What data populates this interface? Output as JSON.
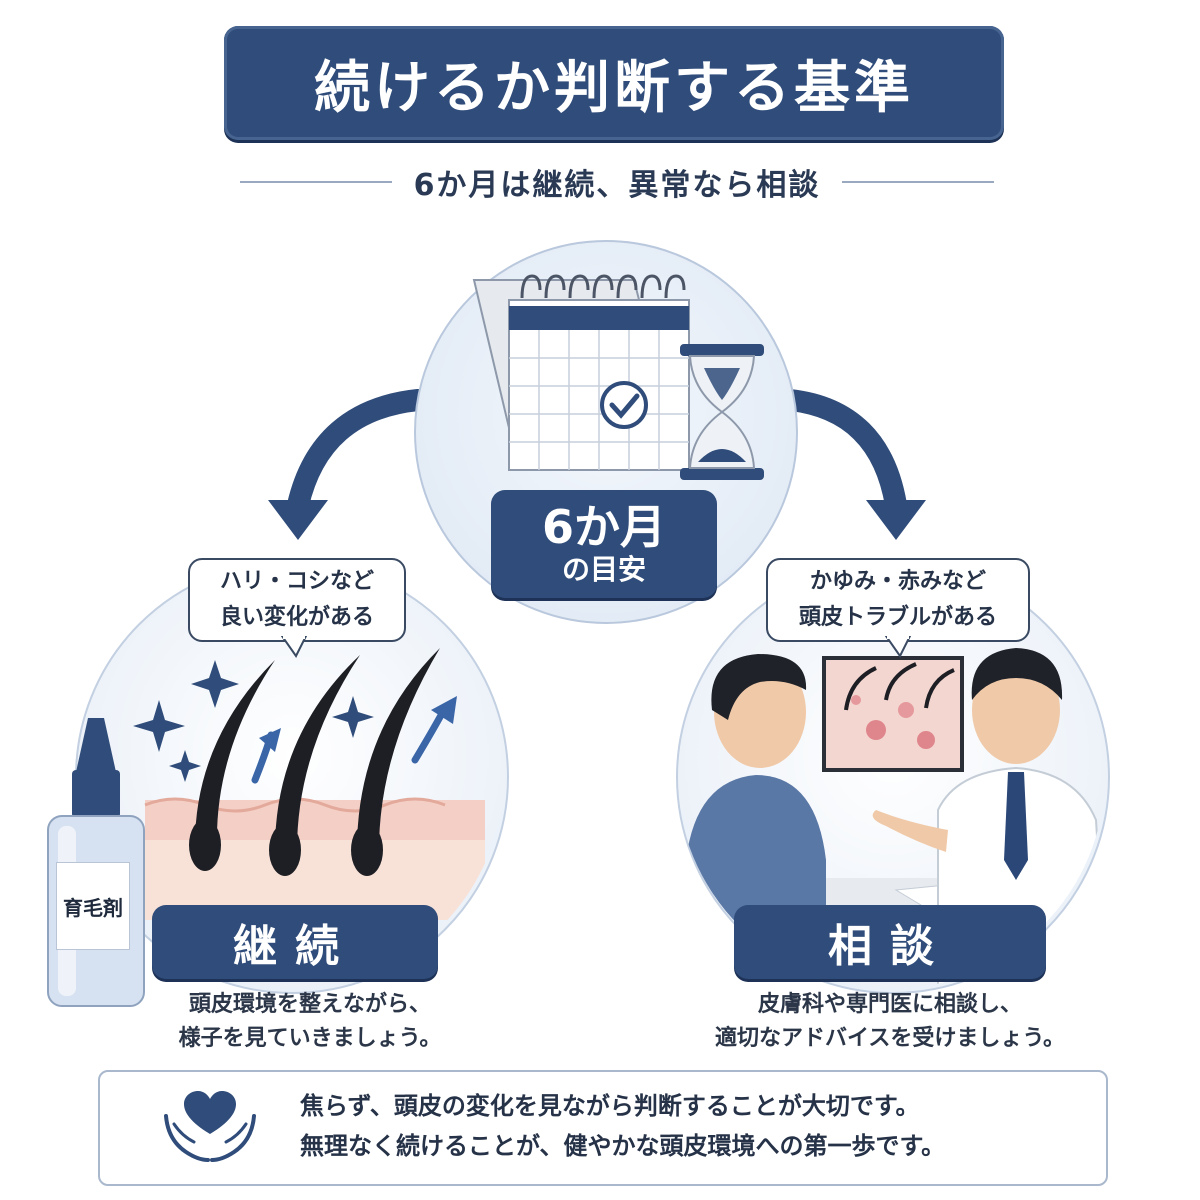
{
  "header": {
    "title": "続けるか判断する基準",
    "subtitle": "6か月は継続、異常なら相談"
  },
  "center": {
    "badge_main": "6か月",
    "badge_sub": "の目安"
  },
  "left": {
    "bubble_lines": [
      "ハリ・コシなど",
      "良い変化がある"
    ],
    "label": "継続",
    "desc_lines": [
      "頭皮環境を整えながら、",
      "様子を見ていきましょう。"
    ],
    "bottle_label": "育毛剤"
  },
  "right": {
    "bubble_lines": [
      "かゆみ・赤みなど",
      "頭皮トラブルがある"
    ],
    "label": "相談",
    "desc_lines": [
      "皮膚科や専門医に相談し、",
      "適切なアドバイスを受けましょう。"
    ]
  },
  "footer": {
    "lines": [
      "焦らず、頭皮の変化を見ながら判断することが大切です。",
      "無理なく続けることが、健やかな頭皮環境への第一歩です。"
    ]
  },
  "colors": {
    "navy": "#2f4c7a",
    "light_blue": "#dde7f3",
    "skin": "#f3c9bf"
  },
  "icons": [
    "calendar-icon",
    "check-icon",
    "hourglass-icon",
    "sparkle-icon",
    "arrow-up-icon",
    "heart-hands-icon"
  ]
}
